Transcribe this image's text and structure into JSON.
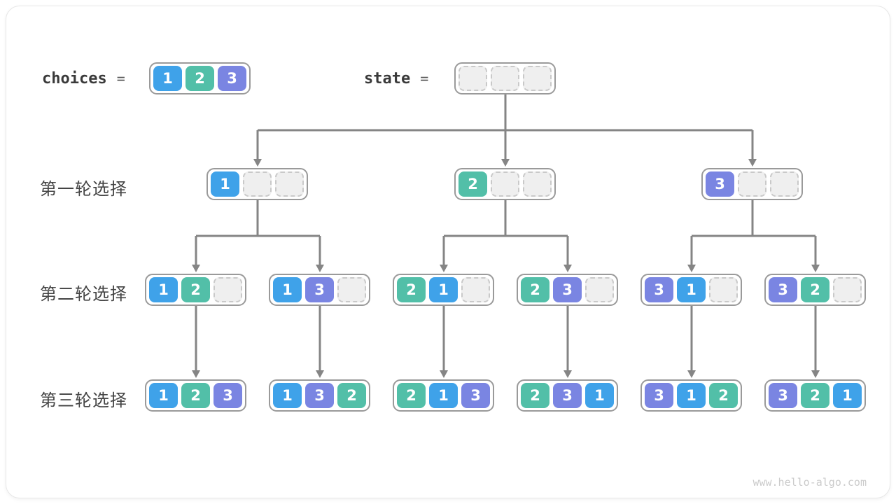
{
  "palette": {
    "1": "#3fa2e9",
    "2": "#52bfa8",
    "3": "#7a85e2",
    "empty_fill": "#efefef",
    "empty_border": "#c9c9c9",
    "box_border": "#9a9a9a",
    "line": "#858585",
    "label_color": "#444444",
    "watermark_color": "#cbcbcb"
  },
  "header": {
    "choices_label": "choices",
    "equals": "=",
    "choices_cells": [
      "1",
      "2",
      "3"
    ],
    "state_label": "state",
    "state_cells": [
      "",
      "",
      ""
    ]
  },
  "rows": [
    {
      "label": "第一轮选择",
      "nodes": [
        [
          "1",
          "",
          ""
        ],
        [
          "2",
          "",
          ""
        ],
        [
          "3",
          "",
          ""
        ]
      ]
    },
    {
      "label": "第二轮选择",
      "nodes": [
        [
          "1",
          "2",
          ""
        ],
        [
          "1",
          "3",
          ""
        ],
        [
          "2",
          "1",
          ""
        ],
        [
          "2",
          "3",
          ""
        ],
        [
          "3",
          "1",
          ""
        ],
        [
          "3",
          "2",
          ""
        ]
      ]
    },
    {
      "label": "第三轮选择",
      "nodes": [
        [
          "1",
          "2",
          "3"
        ],
        [
          "1",
          "3",
          "2"
        ],
        [
          "2",
          "1",
          "3"
        ],
        [
          "2",
          "3",
          "1"
        ],
        [
          "3",
          "1",
          "2"
        ],
        [
          "3",
          "2",
          "1"
        ]
      ]
    }
  ],
  "watermark": "www.hello-algo.com"
}
